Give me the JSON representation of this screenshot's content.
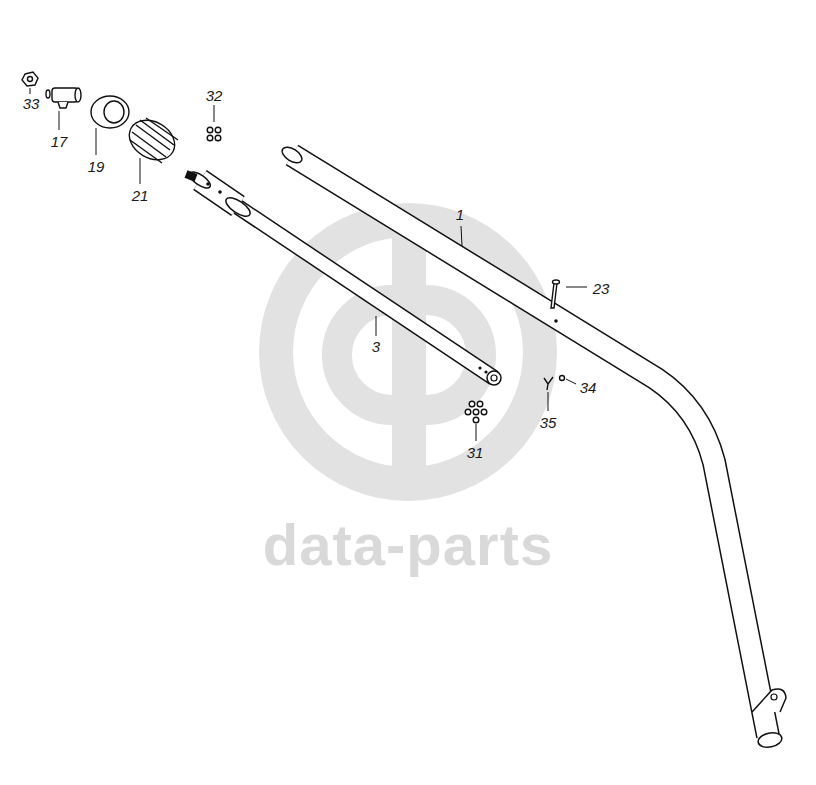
{
  "diagram": {
    "labels": [
      "33",
      "17",
      "19",
      "21",
      "32",
      "1",
      "23",
      "3",
      "34",
      "35",
      "31",
      "data-parts"
    ]
  }
}
